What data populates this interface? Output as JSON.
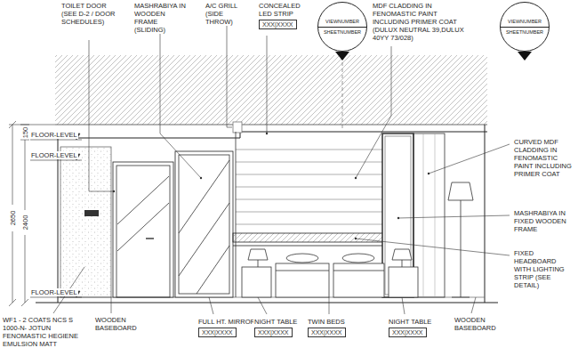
{
  "diagram": {
    "nodes": [
      {
        "text": [
          "CONCEALED LED STRIP",
          "XXX|XXXX"
        ]
      },
      {
        "text": [
          "VIEWNUMBER",
          "SHEETNUMBER"
        ]
      },
      {
        "text": [
          "VIEWNUMBER",
          "SHEETNUMBER"
        ]
      },
      {
        "text": [
          "FULL HT. MIRROR",
          "XXX|XXXX"
        ]
      },
      {
        "text": [
          "NIGHT TABLE",
          "XXX|XXXX"
        ]
      },
      {
        "text": [
          "TWIN BEDS",
          "XXX|XXXX"
        ]
      },
      {
        "text": [
          "NIGHT TABLE",
          "XXX|XXXX"
        ]
      }
    ],
    "labels": [
      "TOILET DOOR (SEE D-2 / DOOR SCHEDULES)",
      "MASHRABIYA IN WOODEN FRAME (SLIDING)",
      "A/C GRILL (SIDE THROW)",
      "MDF CLADDING IN FENOMASTIC PAINT INCLUDING PRIMER COAT (DULUX NEUTRAL 39,DULUX 40YY 73/028)",
      "150",
      "FLOOR-LEVEL",
      "FLOOR-LEVEL",
      "2650",
      "2400",
      "FLOOR-LEVEL",
      "CURVED MDF CLADDING IN FENOMASTIC PAINT INCLUDING PRIMER COAT",
      "MASHRABIYA IN FIXED WOODEN FRAME",
      "FIXED HEADBOARD WITH LIGHTING STRIP (SEE DETAIL)",
      "WF1 - 2 COATS NCS S 1000-N- JOTUN FENOMASTIC HEGIENE EMULSION MATT",
      "WOODEN BASEBOARD",
      "WOODEN BASEBOARD"
    ]
  }
}
